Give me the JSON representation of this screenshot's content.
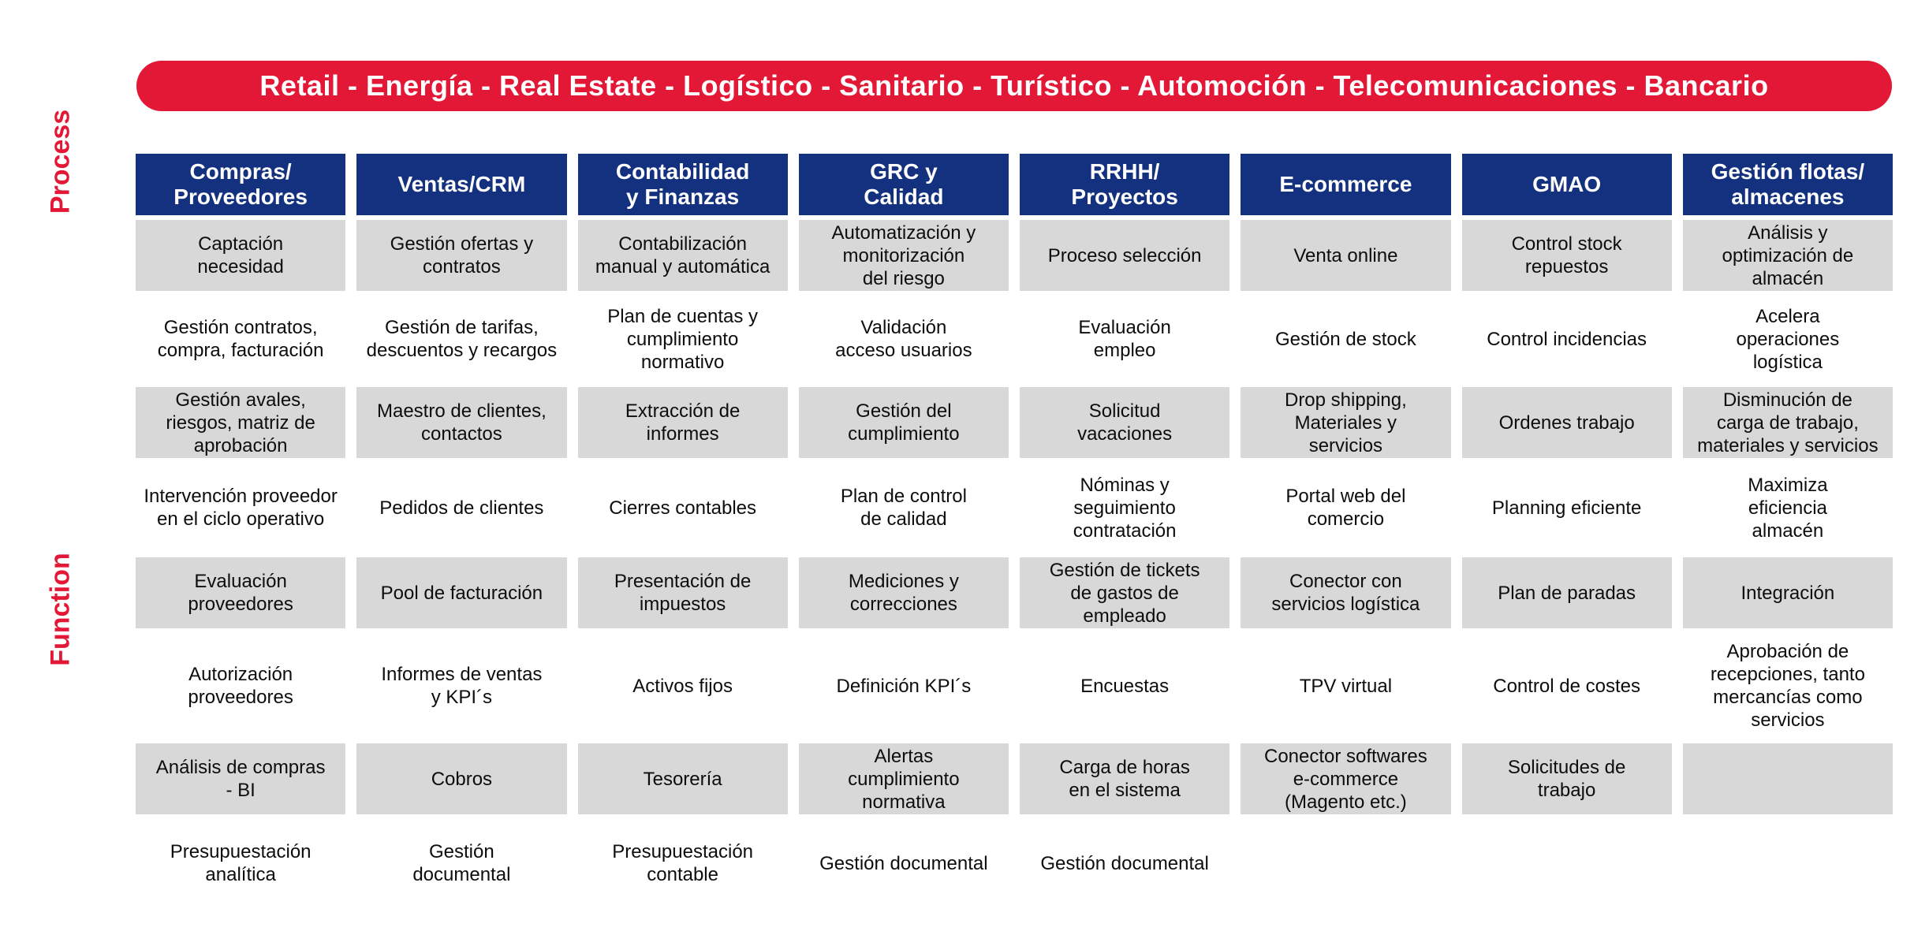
{
  "banner": {
    "text": "Retail - Energía - Real Estate - Logístico - Sanitario - Turístico - Automoción - Telecomunicaciones - Bancario"
  },
  "axis": {
    "process_label": "Process",
    "function_label": "Function"
  },
  "colors": {
    "accent_red": "#e31837",
    "header_blue": "#14317f",
    "cell_gray": "#d8d8d8"
  },
  "matrix": {
    "columns": [
      {
        "header": "Compras/\nProveedores",
        "cells": [
          "Captación\nnecesidad",
          "Gestión contratos,\ncompra, facturación",
          "Gestión avales,\nriesgos, matriz de\naprobación",
          "Intervención proveedor\nen el ciclo operativo",
          "Evaluación\nproveedores",
          "Autorización\nproveedores",
          "Análisis de compras\n- BI",
          "Presupuestación\nanalítica"
        ]
      },
      {
        "header": "Ventas/CRM",
        "cells": [
          "Gestión ofertas y\ncontratos",
          "Gestión de tarifas,\ndescuentos y recargos",
          "Maestro de clientes,\ncontactos",
          "Pedidos de clientes",
          "Pool de facturación",
          "Informes de ventas\ny KPI´s",
          "Cobros",
          "Gestión\ndocumental"
        ]
      },
      {
        "header": "Contabilidad\ny Finanzas",
        "cells": [
          "Contabilización\nmanual y automática",
          "Plan de cuentas y\ncumplimiento\nnormativo",
          "Extracción de\ninformes",
          "Cierres contables",
          "Presentación de\nimpuestos",
          "Activos fijos",
          "Tesorería",
          "Presupuestación\ncontable"
        ]
      },
      {
        "header": "GRC y\nCalidad",
        "cells": [
          "Automatización y\nmonitorización\ndel riesgo",
          "Validación\nacceso usuarios",
          "Gestión del\ncumplimiento",
          "Plan de control\nde calidad",
          "Mediciones y\ncorrecciones",
          "Definición KPI´s",
          "Alertas\ncumplimiento\nnormativa",
          "Gestión documental"
        ]
      },
      {
        "header": "RRHH/\nProyectos",
        "cells": [
          "Proceso selección",
          "Evaluación\nempleo",
          "Solicitud\nvacaciones",
          "Nóminas y\nseguimiento\ncontratación",
          "Gestión de tickets\nde gastos de\nempleado",
          "Encuestas",
          "Carga de horas\nen el sistema",
          "Gestión documental"
        ]
      },
      {
        "header": "E-commerce",
        "cells": [
          "Venta online",
          "Gestión de stock",
          "Drop shipping,\nMateriales y\nservicios",
          "Portal web del\ncomercio",
          "Conector con\nservicios logística",
          "TPV virtual",
          "Conector softwares\ne-commerce\n(Magento etc.)"
        ]
      },
      {
        "header": "GMAO",
        "cells": [
          "Control stock\nrepuestos",
          "Control incidencias",
          "Ordenes trabajo",
          "Planning eficiente",
          "Plan de paradas",
          "Control de costes",
          "Solicitudes de\ntrabajo"
        ]
      },
      {
        "header": "Gestión flotas/\nalmacenes",
        "cells": [
          "Análisis y\noptimización de\nalmacén",
          "Acelera\noperaciones\nlogística",
          "Disminución de\ncarga de trabajo,\nmateriales y servicios",
          "Maximiza\neficiencia\nalmacén",
          "Integración",
          "Aprobación de\nrecepciones, tanto\nmercancías como\nservicios",
          ""
        ]
      }
    ]
  }
}
